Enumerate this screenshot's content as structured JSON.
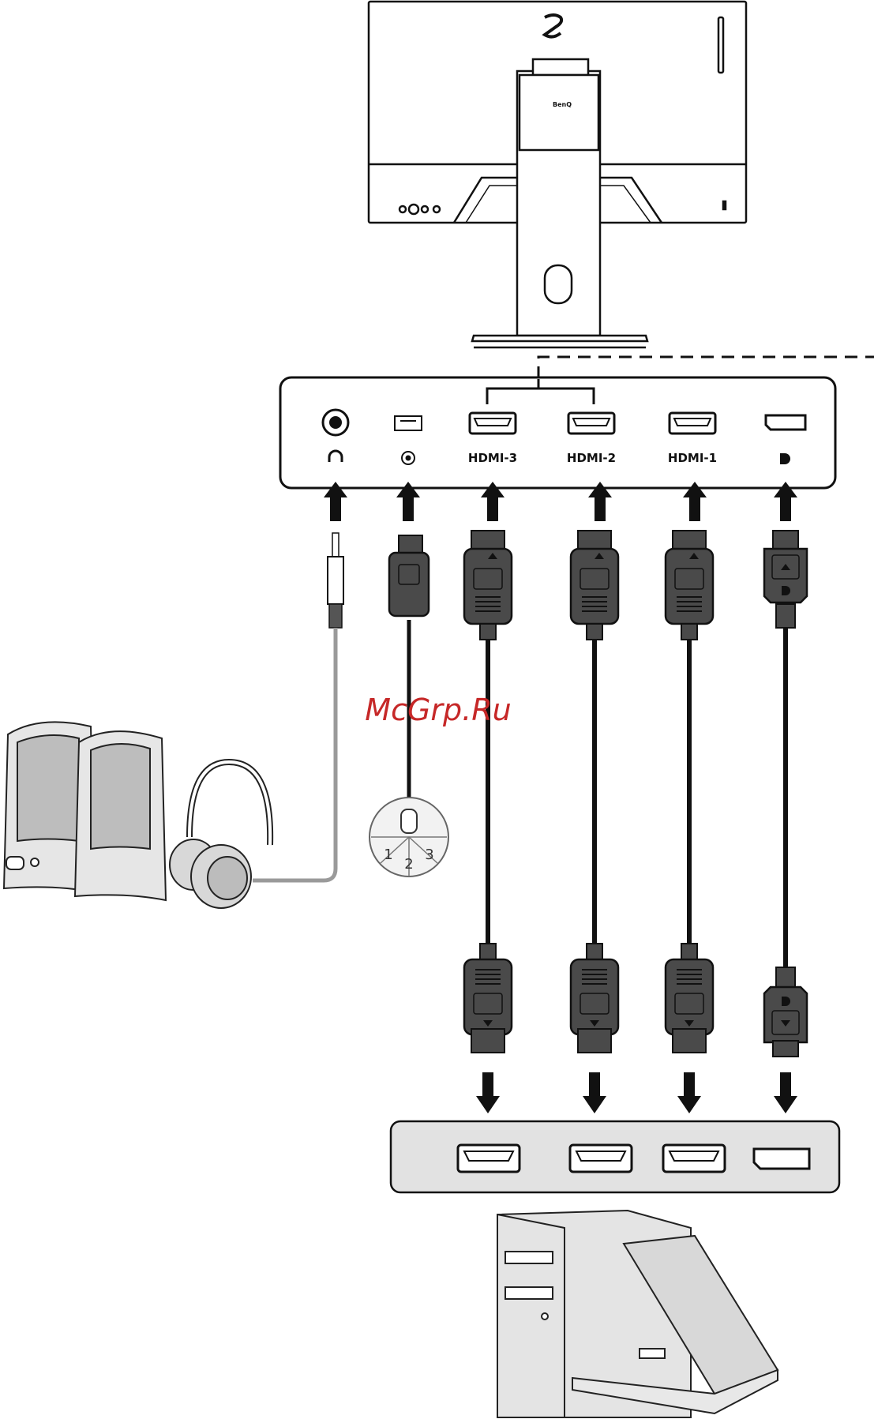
{
  "monitor": {
    "brand_logo": "BenQ",
    "emblem": "zowie-emblem"
  },
  "port_panel": {
    "ports": [
      {
        "id": "headphone",
        "label": "",
        "icon": "headphone-icon"
      },
      {
        "id": "sswitch",
        "label": "",
        "icon": "s-switch-icon"
      },
      {
        "id": "hdmi3",
        "label": "HDMI-3",
        "icon": "hdmi-port-icon"
      },
      {
        "id": "hdmi2",
        "label": "HDMI-2",
        "icon": "hdmi-port-icon"
      },
      {
        "id": "hdmi1",
        "label": "HDMI-1",
        "icon": "hdmi-port-icon"
      },
      {
        "id": "dp",
        "label": "",
        "icon": "displayport-icon"
      }
    ]
  },
  "s_switch": {
    "buttons": [
      "1",
      "2",
      "3"
    ]
  },
  "watermark": "McGrp.Ru",
  "colors": {
    "outline": "#111111",
    "connector": "#4a4a4a",
    "audio_cable": "#9a9a9a",
    "pc_panel": "#e2e2e2"
  }
}
